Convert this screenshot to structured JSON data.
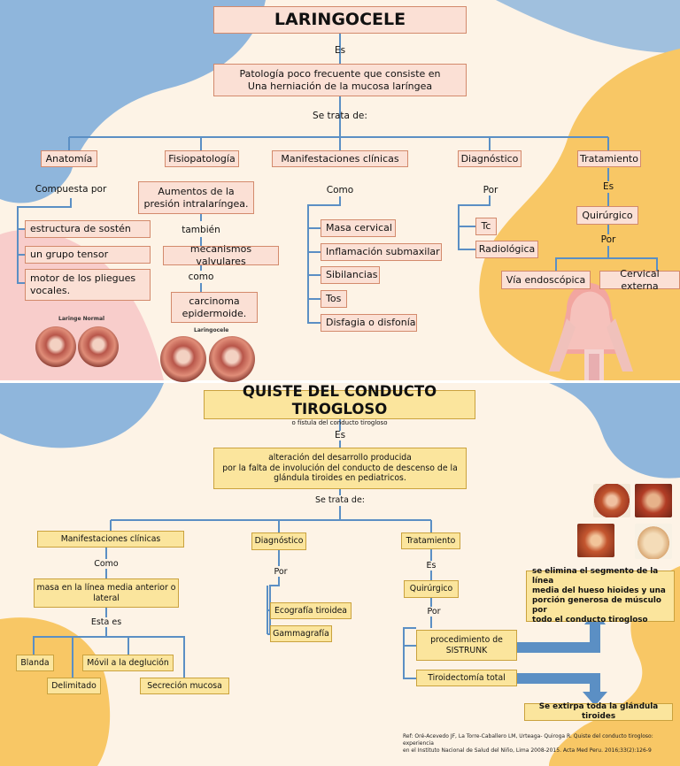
{
  "section1": {
    "title": "LARINGOCELE",
    "es": "Es",
    "definition": [
      "Patología poco frecuente que consiste en",
      "Una herniación de la mucosa laríngea"
    ],
    "se_trata": "Se trata de:",
    "categories": [
      "Anatomía",
      "Fisiopatología",
      "Manifestaciones clínicas",
      "Diagnóstico",
      "Tratamiento"
    ],
    "anatomia": {
      "connector": "Compuesta por",
      "items": [
        "estructura de sostén",
        "un grupo tensor",
        "motor de los pliegues vocales."
      ]
    },
    "fisiopatologia": {
      "first": [
        "Aumentos de la",
        "presión intralaríngea."
      ],
      "connector1": "también",
      "second": "mecanismos valvulares",
      "connector2": "como",
      "third": [
        "carcinoma",
        "epidermoide."
      ]
    },
    "manifestaciones": {
      "connector": "Como",
      "items": [
        "Masa cervical",
        "Inflamación submaxilar",
        "Sibilancias",
        "Tos",
        "Disfagia o disfonía"
      ]
    },
    "diagnostico": {
      "connector": "Por",
      "items": [
        "Tc",
        "Radiológica"
      ]
    },
    "tratamiento": {
      "connector1": "Es",
      "type": "Quirúrgico",
      "connector2": "Por",
      "items": [
        "Vía endoscópica",
        "Cervical externa"
      ]
    },
    "captions": [
      "Laringe Normal",
      "Laringocele"
    ]
  },
  "section2": {
    "title": "QUISTE DEL CONDUCTO TIROGLOSO",
    "subtitle": "o fístula del conducto tirogloso",
    "es": "Es",
    "definition": [
      "alteración del desarrollo producida",
      "por la falta de involución del conducto de descenso de la",
      "glándula tiroides en pediatricos."
    ],
    "se_trata": "Se trata de:",
    "categories": [
      "Manifestaciones clínicas",
      "Diagnóstico",
      "Tratamiento"
    ],
    "manifestaciones": {
      "connector1": "Como",
      "main": [
        "masa en la línea media anterior o",
        "lateral"
      ],
      "connector2": "Esta es",
      "items": [
        "Blanda",
        "Delimitado",
        "Móvil a la deglución",
        "Secreción mucosa"
      ]
    },
    "diagnostico": {
      "connector": "Por",
      "items": [
        "Ecografía tiroidea",
        "Gammagrafía"
      ]
    },
    "tratamiento": {
      "connector1": "Es",
      "type": "Quirúrgico",
      "connector2": "Por",
      "procedures": [
        [
          "procedimiento de",
          "SISTRUNK"
        ],
        "Tiroidectomía total"
      ],
      "sistrunk_detail": [
        "se elimina el segmento de la línea",
        "media del hueso hioides y una",
        "porción generosa de músculo por",
        "todo el conducto tirogloso"
      ],
      "tiroidectomia_detail": "Se extirpa toda la glándula tiroides"
    }
  },
  "reference": [
    "Ref: Oré-Acevedo JF, La Torre-Caballero LM, Urteaga- Quiroga R. Quiste del conducto tirogloso: experiencia",
    "en el Instituto Nacional de Salud del Niño, Lima 2008-2015. Acta Med Peru. 2016;33(2):126-9"
  ],
  "colors": {
    "background": "#fdf3e6",
    "blue_blob": "#8fb6dc",
    "yellow_blob": "#f8c765",
    "pink_blob": "#f8cdcb",
    "pink_box": "#fbe0d5",
    "yellow_box": "#fbe59d",
    "connector": "#5b8fc4"
  }
}
